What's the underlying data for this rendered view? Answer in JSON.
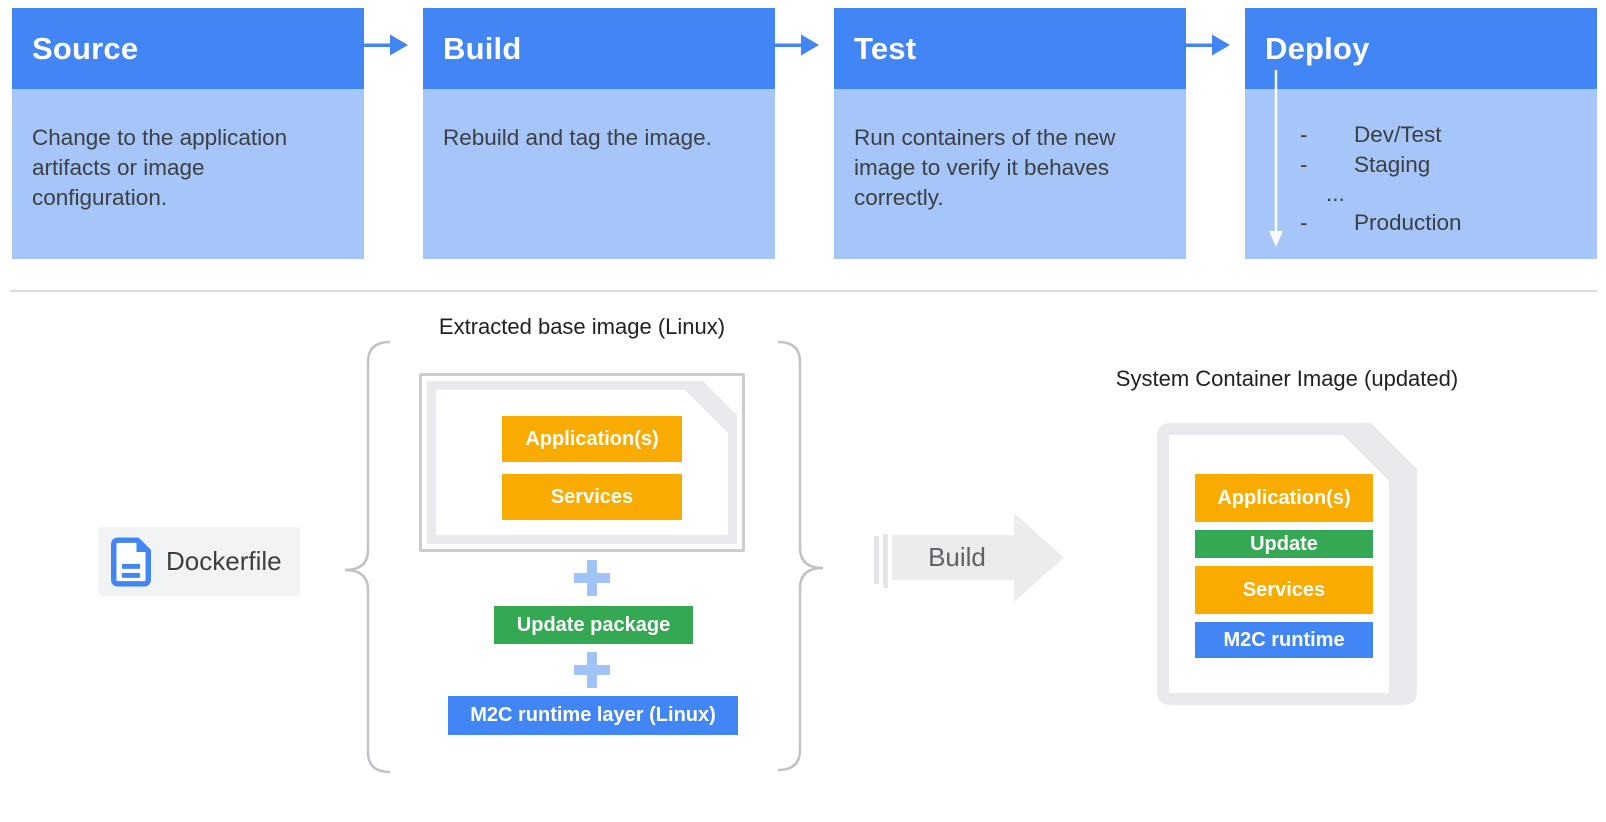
{
  "pipeline": {
    "deploy_dash": "-",
    "cards": [
      {
        "title": "Source",
        "body": "Change to the application artifacts or image configuration."
      },
      {
        "title": "Build",
        "body": "Rebuild and tag the image."
      },
      {
        "title": "Test",
        "body": "Run containers of the new image to verify it behaves correctly."
      },
      {
        "title": "Deploy",
        "items": [
          "Dev/Test",
          "Staging",
          "...",
          "Production"
        ]
      }
    ]
  },
  "base_section": {
    "title": "Extracted base image (Linux)",
    "document_bars": [
      "Application(s)",
      "Services"
    ],
    "plus": "+",
    "update_package": "Update package",
    "runtime_layer": "M2C runtime layer (Linux)"
  },
  "dockerfile": {
    "label": "Dockerfile"
  },
  "build_arrow": {
    "label": "Build"
  },
  "result_section": {
    "title": "System Container Image (updated)",
    "bars": [
      {
        "label": "Application(s)",
        "color": "#F9AB00"
      },
      {
        "label": "Update",
        "color": "#34A853"
      },
      {
        "label": "Services",
        "color": "#F9AB00"
      },
      {
        "label": "M2C runtime",
        "color": "#4285F4"
      }
    ]
  },
  "colors": {
    "header_blue": "#4285F4",
    "card_body_blue": "#A6C5F8",
    "yellow": "#F9AB00",
    "green": "#34A853",
    "blue": "#4285F4",
    "plus_blue": "#A0C3FA",
    "page_gray": "#E8EAED",
    "text_dark": "#3C4043"
  }
}
